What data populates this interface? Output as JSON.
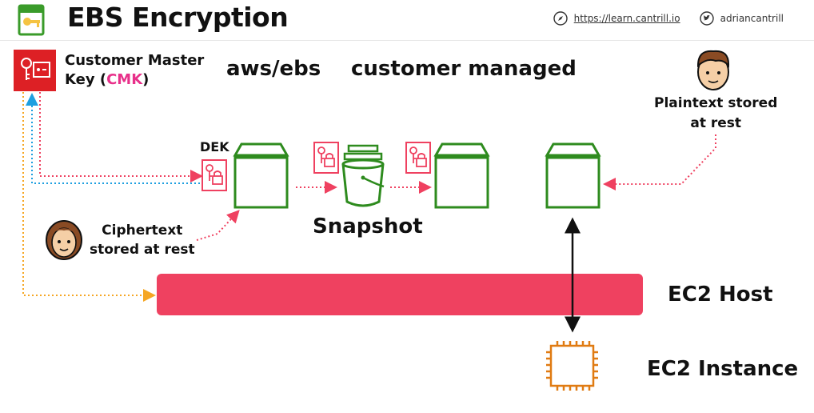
{
  "header": {
    "title": "EBS Encryption",
    "url": "https://learn.cantrill.io",
    "handle": "adriancantrill",
    "logo_icon": "kms-key-icon",
    "compass_icon": "compass-icon",
    "twitter_icon": "twitter-icon"
  },
  "cmk": {
    "label_line1": "Customer Master",
    "label_line2_prefix": "Key (",
    "label_line2_highlight": "CMK",
    "label_line2_suffix": ")",
    "icon": "kms-key-icon"
  },
  "labels": {
    "aws_ebs": "aws/ebs",
    "customer_managed": "customer managed",
    "dek": "DEK",
    "snapshot": "Snapshot",
    "ciphertext_line1": "Ciphertext",
    "ciphertext_line2": "stored at rest",
    "plaintext_line1": "Plaintext stored",
    "plaintext_line2": "at rest",
    "ec2_host": "EC2 Host",
    "ec2_instance": "EC2 Instance"
  },
  "colors": {
    "red": "#ef4160",
    "cmk_red": "#dd2025",
    "green": "#2e8b1e",
    "blue": "#1e9fe0",
    "orange": "#f5a623",
    "pink_highlight": "#e8308a",
    "ec2_orange": "#e07b12"
  }
}
